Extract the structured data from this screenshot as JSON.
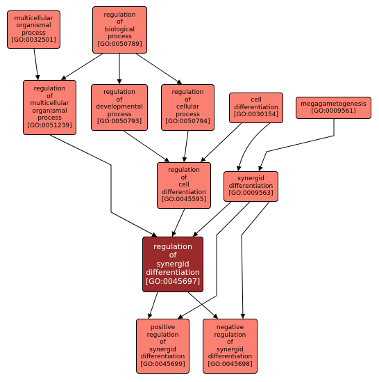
{
  "colors": {
    "node_fill": "#fa8072",
    "focus_fill": "#9b2a2a",
    "edge": "#000000"
  },
  "nodes": {
    "n0032501": {
      "lines": [
        "multicellular",
        "organismal",
        "process",
        "[GO:0032501]"
      ]
    },
    "n0050789": {
      "lines": [
        "regulation",
        "of",
        "biological",
        "process",
        "[GO:0050789]"
      ]
    },
    "n0051239": {
      "lines": [
        "regulation",
        "of",
        "multicellular",
        "organismal",
        "process",
        "[GO:0051239]"
      ]
    },
    "n0050793": {
      "lines": [
        "regulation",
        "of",
        "developmental",
        "process",
        "[GO:0050793]"
      ]
    },
    "n0050794": {
      "lines": [
        "regulation",
        "of",
        "cellular",
        "process",
        "[GO:0050794]"
      ]
    },
    "n0030154": {
      "lines": [
        "cell",
        "differentiation",
        "[GO:0030154]"
      ]
    },
    "n0009561": {
      "lines": [
        "megagametogenesis",
        "[GO:0009561]"
      ]
    },
    "n0045595": {
      "lines": [
        "regulation",
        "of",
        "cell",
        "differentiation",
        "[GO:0045595]"
      ]
    },
    "n0009563": {
      "lines": [
        "synergid",
        "differentiation",
        "[GO:0009563]"
      ]
    },
    "n0045697": {
      "lines": [
        "regulation",
        "of",
        "synergid",
        "differentiation",
        "[GO:0045697]"
      ]
    },
    "n0045699": {
      "lines": [
        "positive",
        "regulation",
        "of",
        "synergid",
        "differentiation",
        "[GO:0045699]"
      ]
    },
    "n0045698": {
      "lines": [
        "negative",
        "regulation",
        "of",
        "synergid",
        "differentiation",
        "[GO:0045698]"
      ]
    }
  }
}
